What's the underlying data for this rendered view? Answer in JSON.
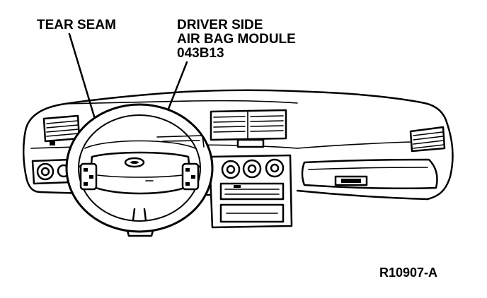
{
  "labels": {
    "tear_seam": "TEAR SEAM",
    "driver_side_line1": "DRIVER SIDE",
    "driver_side_line2": "AIR BAG MODULE",
    "part_number": "043B13",
    "figure_ref": "R10907-A"
  },
  "colors": {
    "ink": "#000000",
    "paper": "#ffffff"
  }
}
